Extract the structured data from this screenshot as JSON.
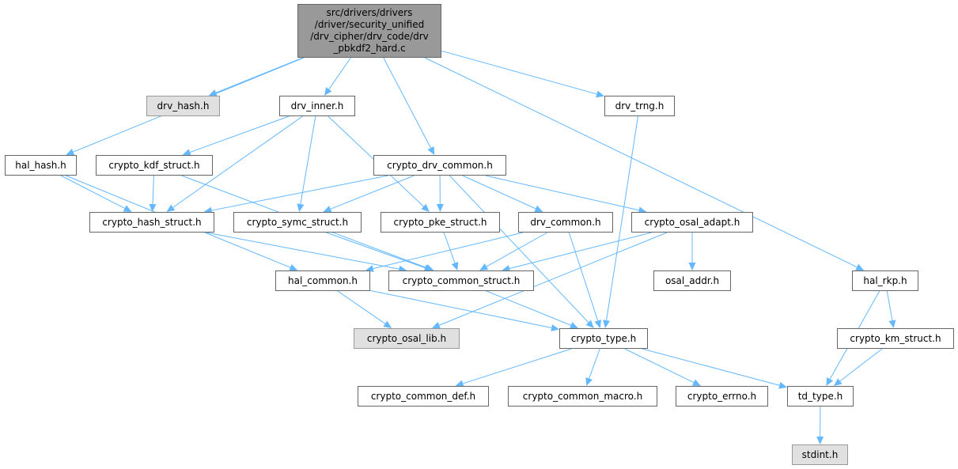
{
  "diagram": {
    "type": "include-dependency-graph",
    "edge_color": "#63b8ff",
    "root": {
      "id": "root",
      "label": "src/drivers/drivers\n/driver/security_unified\n/drv_cipher/drv_code/drv\n_pbkdf2_hard.c"
    },
    "nodes": [
      {
        "id": "drv_hash",
        "label": "drv_hash.h",
        "style": "gray"
      },
      {
        "id": "drv_inner",
        "label": "drv_inner.h",
        "style": "normal"
      },
      {
        "id": "drv_trng",
        "label": "drv_trng.h",
        "style": "normal"
      },
      {
        "id": "hal_hash",
        "label": "hal_hash.h",
        "style": "normal"
      },
      {
        "id": "crypto_kdf_struct",
        "label": "crypto_kdf_struct.h",
        "style": "normal"
      },
      {
        "id": "crypto_drv_common",
        "label": "crypto_drv_common.h",
        "style": "normal"
      },
      {
        "id": "crypto_hash_struct",
        "label": "crypto_hash_struct.h",
        "style": "normal"
      },
      {
        "id": "crypto_symc_struct",
        "label": "crypto_symc_struct.h",
        "style": "normal"
      },
      {
        "id": "crypto_pke_struct",
        "label": "crypto_pke_struct.h",
        "style": "normal"
      },
      {
        "id": "drv_common",
        "label": "drv_common.h",
        "style": "normal"
      },
      {
        "id": "crypto_osal_adapt",
        "label": "crypto_osal_adapt.h",
        "style": "normal"
      },
      {
        "id": "hal_common",
        "label": "hal_common.h",
        "style": "normal"
      },
      {
        "id": "crypto_common_struct",
        "label": "crypto_common_struct.h",
        "style": "normal"
      },
      {
        "id": "osal_addr",
        "label": "osal_addr.h",
        "style": "normal"
      },
      {
        "id": "hal_rkp",
        "label": "hal_rkp.h",
        "style": "normal"
      },
      {
        "id": "crypto_osal_lib",
        "label": "crypto_osal_lib.h",
        "style": "gray"
      },
      {
        "id": "crypto_type",
        "label": "crypto_type.h",
        "style": "normal"
      },
      {
        "id": "crypto_km_struct",
        "label": "crypto_km_struct.h",
        "style": "normal"
      },
      {
        "id": "crypto_common_def",
        "label": "crypto_common_def.h",
        "style": "normal"
      },
      {
        "id": "crypto_common_macro",
        "label": "crypto_common_macro.h",
        "style": "normal"
      },
      {
        "id": "crypto_errno",
        "label": "crypto_errno.h",
        "style": "normal"
      },
      {
        "id": "td_type",
        "label": "td_type.h",
        "style": "normal"
      },
      {
        "id": "stdint",
        "label": "stdint.h",
        "style": "gray"
      }
    ],
    "edges": [
      [
        "root",
        "drv_hash"
      ],
      [
        "root",
        "drv_inner"
      ],
      [
        "root",
        "drv_trng"
      ],
      [
        "root",
        "hal_hash"
      ],
      [
        "root",
        "crypto_drv_common"
      ],
      [
        "root",
        "hal_rkp"
      ],
      [
        "drv_inner",
        "crypto_kdf_struct"
      ],
      [
        "drv_inner",
        "crypto_hash_struct"
      ],
      [
        "drv_inner",
        "crypto_symc_struct"
      ],
      [
        "drv_inner",
        "crypto_pke_struct"
      ],
      [
        "drv_trng",
        "crypto_type"
      ],
      [
        "hal_hash",
        "crypto_hash_struct"
      ],
      [
        "hal_hash",
        "hal_common"
      ],
      [
        "crypto_kdf_struct",
        "crypto_hash_struct"
      ],
      [
        "crypto_kdf_struct",
        "crypto_common_struct"
      ],
      [
        "crypto_drv_common",
        "crypto_hash_struct"
      ],
      [
        "crypto_drv_common",
        "crypto_symc_struct"
      ],
      [
        "crypto_drv_common",
        "crypto_pke_struct"
      ],
      [
        "crypto_drv_common",
        "drv_common"
      ],
      [
        "crypto_drv_common",
        "crypto_osal_adapt"
      ],
      [
        "crypto_drv_common",
        "crypto_type"
      ],
      [
        "crypto_hash_struct",
        "crypto_common_struct"
      ],
      [
        "crypto_symc_struct",
        "crypto_common_struct"
      ],
      [
        "crypto_pke_struct",
        "crypto_common_struct"
      ],
      [
        "drv_common",
        "hal_common"
      ],
      [
        "drv_common",
        "crypto_common_struct"
      ],
      [
        "drv_common",
        "crypto_type"
      ],
      [
        "crypto_osal_adapt",
        "crypto_common_struct"
      ],
      [
        "crypto_osal_adapt",
        "osal_addr"
      ],
      [
        "crypto_osal_adapt",
        "crypto_osal_lib"
      ],
      [
        "hal_common",
        "crypto_osal_lib"
      ],
      [
        "hal_common",
        "crypto_type"
      ],
      [
        "crypto_common_struct",
        "crypto_type"
      ],
      [
        "hal_rkp",
        "td_type"
      ],
      [
        "hal_rkp",
        "crypto_km_struct"
      ],
      [
        "crypto_km_struct",
        "td_type"
      ],
      [
        "crypto_type",
        "crypto_common_def"
      ],
      [
        "crypto_type",
        "crypto_common_macro"
      ],
      [
        "crypto_type",
        "crypto_errno"
      ],
      [
        "crypto_type",
        "td_type"
      ],
      [
        "td_type",
        "stdint"
      ]
    ]
  }
}
